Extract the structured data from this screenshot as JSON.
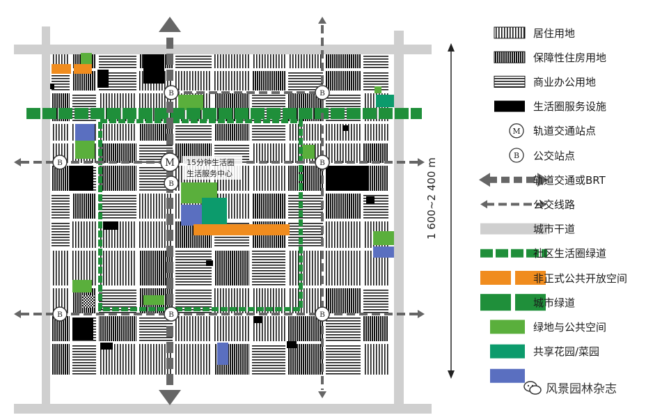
{
  "center_label": {
    "line1": "15分钟生活圈",
    "line2": "生活服务中心"
  },
  "stations": {
    "metro": "M",
    "bus": "B"
  },
  "scale": {
    "label": "1 600~2 400 m"
  },
  "legend": [
    {
      "label": "居住用地",
      "swatch": "residential"
    },
    {
      "label": "保障性住房用地",
      "swatch": "affordable"
    },
    {
      "label": "商业办公用地",
      "swatch": "commercial"
    },
    {
      "label": "生活圈服务设施",
      "swatch": "service"
    },
    {
      "label": "轨道交通站点",
      "swatch": "metro-station"
    },
    {
      "label": "公交站点",
      "swatch": "bus-station"
    },
    {
      "label": "轨道交通或BRT",
      "swatch": "rail-line"
    },
    {
      "label": "公交线路",
      "swatch": "bus-line"
    },
    {
      "label": "城市干道",
      "swatch": "arterial"
    },
    {
      "label": "社区生活圈绿道",
      "swatch": "community-greenway"
    },
    {
      "label": "非正式公共开放空间",
      "swatch": "informal-space"
    },
    {
      "label": "城市绿道",
      "swatch": "city-greenway"
    },
    {
      "label": "绿地与公共空间",
      "swatch": "green-space"
    },
    {
      "label": "共享花园/菜园",
      "swatch": "shared-garden"
    },
    {
      "label": "",
      "swatch": "blue-parcel"
    }
  ],
  "watermark": {
    "text": "风景园林杂志"
  },
  "colors": {
    "arterial": "#cfcfcf",
    "green_space": "#5aaf3c",
    "greenway": "#1f8f3a",
    "shared_garden": "#0c9b6c",
    "informal": "#f08c1e",
    "blue": "#5a6fc0",
    "service": "#000000",
    "transit": "#666666"
  }
}
